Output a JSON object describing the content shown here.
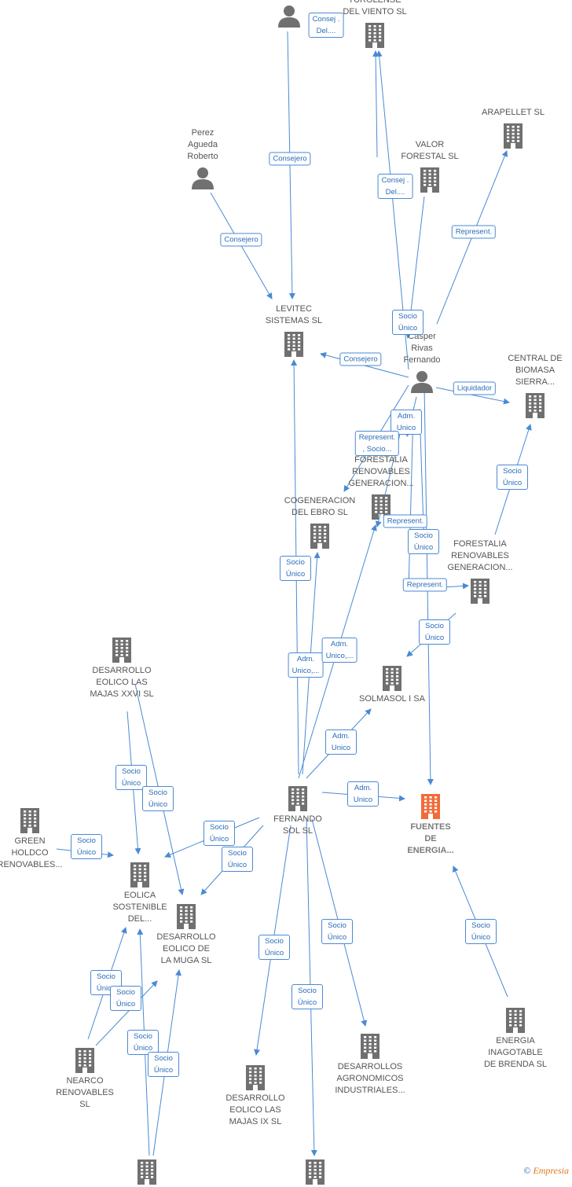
{
  "colors": {
    "edge": "#4a8ad4",
    "label_border": "#4a8ad4",
    "label_text": "#2a6cb8",
    "node_text": "#555555",
    "building": "#707070",
    "focus": "#f26b3a"
  },
  "nodes": [
    {
      "id": "p_top",
      "type": "person",
      "label": ""
    },
    {
      "id": "turolense",
      "type": "company",
      "label": "TUROLENSE\nDEL VIENTO SL"
    },
    {
      "id": "arapellet",
      "type": "company",
      "label": "ARAPELLET  SL"
    },
    {
      "id": "perez",
      "type": "person",
      "label": "Perez\nAgueda\nRoberto"
    },
    {
      "id": "valor",
      "type": "company",
      "label": "VALOR\nFORESTAL SL"
    },
    {
      "id": "levitec",
      "type": "company",
      "label": "LEVITEC\nSISTEMAS  SL"
    },
    {
      "id": "casper",
      "type": "person",
      "label": "Casper\nRivas\nFernando"
    },
    {
      "id": "central",
      "type": "company",
      "label": "CENTRAL DE\nBIOMASA\nSIERRA..."
    },
    {
      "id": "forestalia1",
      "type": "company",
      "label": "FORESTALIA\nRENOVABLES\nGENERACION..."
    },
    {
      "id": "cogeneracion",
      "type": "company",
      "label": "COGENERACION\nDEL EBRO  SL"
    },
    {
      "id": "forestalia2",
      "type": "company",
      "label": "FORESTALIA\nRENOVABLES\nGENERACION..."
    },
    {
      "id": "desarrollo_xxvi",
      "type": "company",
      "label": "DESARROLLO\nEOLICO LAS\nMAJAS XXVI  SL"
    },
    {
      "id": "solmasol",
      "type": "company",
      "label": "SOLMASOL I SA"
    },
    {
      "id": "green",
      "type": "company",
      "label": "GREEN\nHOLDCO\nRENOVABLES..."
    },
    {
      "id": "fernando",
      "type": "company",
      "label": "FERNANDO\nSOL SL"
    },
    {
      "id": "fuentes",
      "type": "focus",
      "label": "FUENTES\nDE\nENERGIA..."
    },
    {
      "id": "eolica",
      "type": "company",
      "label": "EOLICA\nSOSTENIBLE\nDEL..."
    },
    {
      "id": "muga",
      "type": "company",
      "label": "DESARROLLO\nEOLICO DE\nLA MUGA SL"
    },
    {
      "id": "nearco",
      "type": "company",
      "label": "NEARCO\nRENOVABLES\nSL"
    },
    {
      "id": "majas_ix",
      "type": "company",
      "label": "DESARROLLO\nEOLICO LAS\nMAJAS IX  SL"
    },
    {
      "id": "agronomicos",
      "type": "company",
      "label": "DESARROLLOS\nAGRONOMICOS\nINDUSTRIALES..."
    },
    {
      "id": "brenda",
      "type": "company",
      "label": "ENERGIA\nINAGOTABLE\nDE BRENDA  SL"
    },
    {
      "id": "bottom_left",
      "type": "company",
      "label": ""
    },
    {
      "id": "bottom_mid",
      "type": "company",
      "label": ""
    }
  ],
  "edges": [
    {
      "label": "Consejero"
    },
    {
      "label": "Consej .\nDel...."
    },
    {
      "label": "Consejero"
    },
    {
      "label": "Consej .\nDel...."
    },
    {
      "label": "Represent."
    },
    {
      "label": "Socio\nÚnico"
    },
    {
      "label": "Consejero"
    },
    {
      "label": "Liquidador"
    },
    {
      "label": "Adm.\nUnico"
    },
    {
      "label": "Represent.\n, Socio..."
    },
    {
      "label": "Represent."
    },
    {
      "label": "Socio\nÚnico"
    },
    {
      "label": "Socio\nÚnico"
    },
    {
      "label": "Represent."
    },
    {
      "label": "Socio\nÚnico"
    },
    {
      "label": "Socio\nÚnico"
    },
    {
      "label": "Adm.\nUnico,..."
    },
    {
      "label": "Adm.\nUnico,..."
    },
    {
      "label": "Adm.\nUnico"
    },
    {
      "label": "Adm.\nUnico"
    },
    {
      "label": "Socio\nÚnico"
    },
    {
      "label": "Socio\nÚnico"
    },
    {
      "label": "Socio\nÚnico"
    },
    {
      "label": "Socio\nÚnico"
    },
    {
      "label": "Socio\nÚnico"
    },
    {
      "label": "Socio\nÚnico"
    },
    {
      "label": "Socio\nÚnico"
    },
    {
      "label": "Socio\nÚnico"
    },
    {
      "label": "Socio\nÚnico"
    },
    {
      "label": "Socio\nÚnico"
    },
    {
      "label": "Socio\nÚnico"
    },
    {
      "label": "Socio\nÚnico"
    },
    {
      "label": "Socio\nÚnico"
    }
  ],
  "footer": {
    "copyright": "©",
    "brand": "Empresia"
  }
}
